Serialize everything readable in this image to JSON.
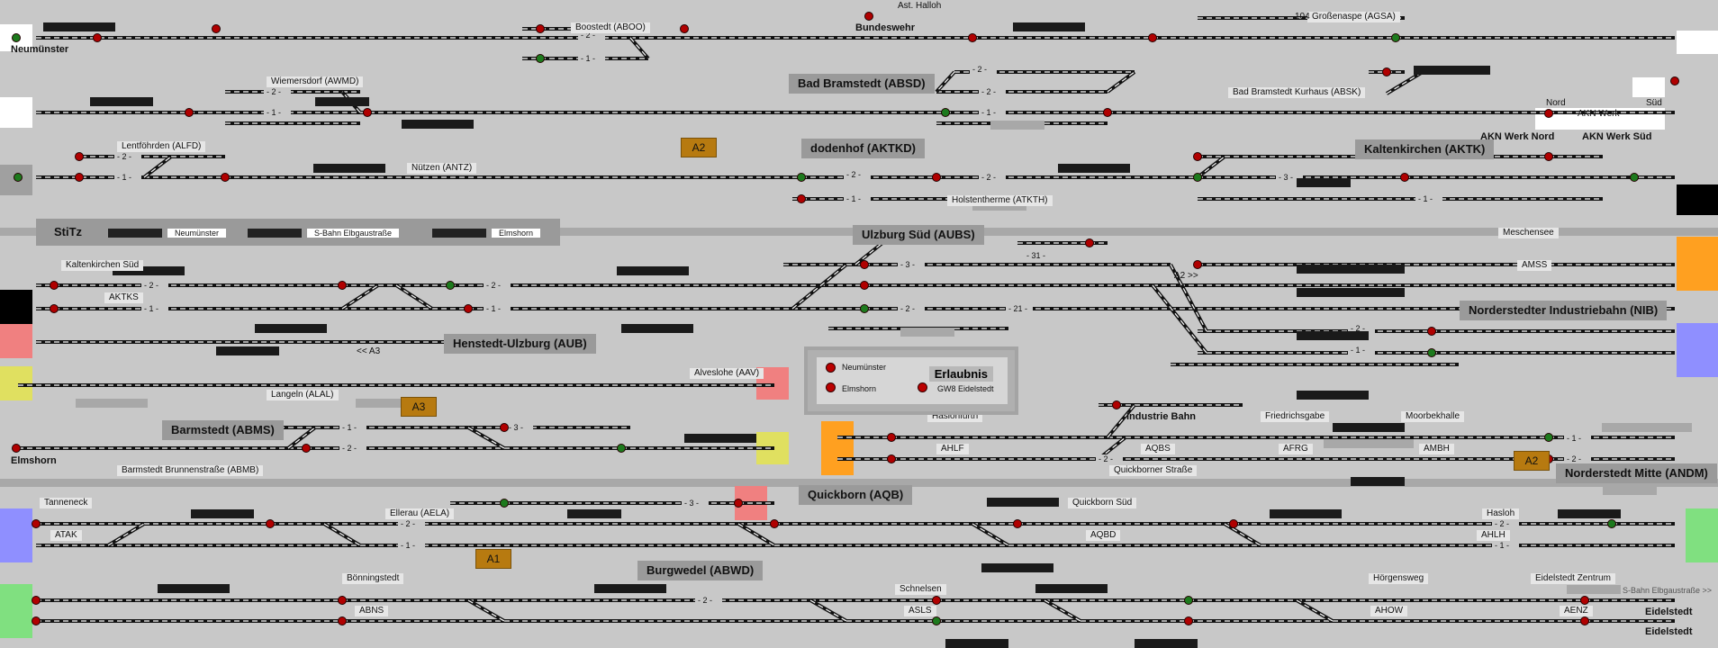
{
  "stations": {
    "neumuenster": "Neumünster",
    "ast_halloh": "Ast. Halloh",
    "boostedt": "Boostedt (ABOO)",
    "bundeswehr": "Bundeswehr",
    "grossenaspe": "Großenaspe (AGSA)",
    "grossenaspe_num": "104",
    "wiemersdorf": "Wiemersdorf (AWMD)",
    "bad_bramstedt": "Bad Bramstedt (ABSD)",
    "bad_bramstedt_kurhaus": "Bad Bramstedt Kurhaus (ABSK)",
    "lentfoehrden": "Lentföhrden (ALFD)",
    "nuetzen": "Nützen (ANTZ)",
    "a2": "A2",
    "dodenhof": "dodenhof (AKTKD)",
    "holstentherme": "Holstentherme (ATKTH)",
    "kaltenkirchen": "Kaltenkirchen (AKTK)",
    "akn_werk_nord": "AKN Werk Nord",
    "akn_werk_sued": "AKN Werk Süd",
    "nord": "Nord",
    "akn_werk": "AKN Werk",
    "sued": "Süd",
    "ulzburg_sued": "Ulzburg Süd (AUBS)",
    "meschensee": "Meschensee",
    "amss": "AMSS",
    "kaltenkirchen_sued": "Kaltenkirchen Süd",
    "aktks": "AKTKS",
    "henstedt": "Henstedt-Ulzburg (AUB)",
    "norderstedter_ib": "Norderstedter Industriebahn     (NIB)",
    "langeln": "Langeln (ALAL)",
    "alveslohe": "Alveslohe (AAV)",
    "a3": "A3",
    "a3_ref": "<< A3",
    "barmstedt": "Barmstedt (ABMS)",
    "elmshorn": "Elmshorn",
    "barmstedt_brunnen": "Barmstedt Brunnenstraße (ABMB)",
    "haslohfurth": "Haslohfurth",
    "ahlf": "AHLF",
    "industrie_bahn": "Industrie Bahn",
    "aqbs": "AQBS",
    "quickborner_str": "Quickborner Straße",
    "friedrichsgabe": "Friedrichsgabe",
    "afrg": "AFRG",
    "moorbekhalle": "Moorbekhalle",
    "ambh": "AMBH",
    "a2b": "A2",
    "norderstedt_mitte": "Norderstedt Mitte (ANDM)",
    "quickborn": "Quickborn (AQB)",
    "tanneneck": "Tanneneck",
    "atak": "ATAK",
    "ellerau": "Ellerau (AELA)",
    "quickborn_sued": "Quickborn Süd",
    "aqbd": "AQBD",
    "hasloh": "Hasloh",
    "ahlh": "AHLH",
    "a1": "A1",
    "burgwedel": "Burgwedel (ABWD)",
    "boenningstedt": "Bönningstedt",
    "abns": "ABNS",
    "schnelsen": "Schnelsen",
    "asls": "ASLS",
    "hoergensweg": "Hörgensweg",
    "ahow": "AHOW",
    "eidelstedt_zentrum": "Eidelstedt Zentrum",
    "aenz": "AENZ",
    "sbahn_elbgau": "S-Bahn Elbgaustraße >>",
    "eidelstedt_a": "Eidelstedt",
    "eidelstedt_b": "Eidelstedt",
    "a2_arrow": "A2 >>"
  },
  "stitz": {
    "title": "StiTz",
    "seg1": "Neumünster",
    "seg2": "S-Bahn Elbgaustraße",
    "seg3": "Elmshorn"
  },
  "legend": {
    "title": "Erlaubnis",
    "neumuenster": "Neumünster",
    "elmshorn": "Elmshorn",
    "gw8": "GW8 Eidelstedt"
  },
  "track_markers": {
    "m2": "- 2 -",
    "m1": "- 1 -",
    "m3": "- 3 -",
    "m31": "- 31 -",
    "m21": "- 21 -"
  },
  "colors": {
    "background": "#c8c8c8",
    "track": "#111111",
    "signal_red": "#b00000",
    "signal_green": "#1d7a1d",
    "amber": "#b77a10",
    "orange_exit": "#ffa020",
    "pink_exit": "#f08080",
    "blue_exit": "#8888ff",
    "green_exit": "#80e080",
    "yellow_exit": "#e0e060"
  }
}
